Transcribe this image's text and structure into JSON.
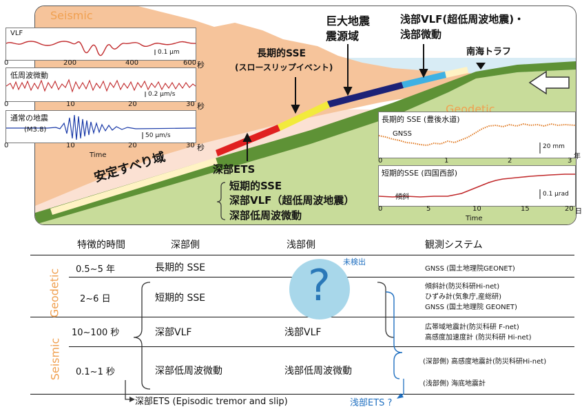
{
  "colors": {
    "seismic_orange": "#f0a050",
    "land_fill": "#f6c49b",
    "ocean": "#d8ecf5",
    "crust_pink": "#fbe1d3",
    "slab_green": "#5e9236",
    "slab_light": "#c8dc9a",
    "stable_yellow": "#fff3c4",
    "ets_red": "#e02020",
    "sse_yellow": "#f2ea3c",
    "megathrust_navy": "#1c2277",
    "vlf_cyan": "#3fb1e3",
    "question_circle": "#a8d7ea",
    "question_mark": "#2a78b8",
    "annotation_blue": "#1f6fc0",
    "trace_blue": "#1a3aa8",
    "trace_red": "#c0282a",
    "trace_orange": "#e07820"
  },
  "top": {
    "seismic_label": "Seismic",
    "geodetic_label": "Geodetic",
    "megathrust_label_1": "巨大地震",
    "megathrust_label_2": "震源域",
    "shallow_label_1": "浅部VLF(超低周波地震)・",
    "shallow_label_2": "浅部微動",
    "trough_label": "南海トラフ",
    "long_sse_label_1": "長期的SSE",
    "long_sse_label_2": "(スロースリップイベント)",
    "stable_slip_label": "安定すべり域",
    "deep_ets_label": "深部ETS",
    "deep_ets_items": [
      "短期的SSE",
      "深部VLF（超低周波地震）",
      "深部低周波微動"
    ],
    "seismic_panels": [
      {
        "name": "VLF",
        "scale": "0.1 μm",
        "ticks": [
          "0",
          "200",
          "400",
          "600"
        ],
        "unit": "秒"
      },
      {
        "name": "低周波微動",
        "scale": "0.2 μm/s",
        "ticks": [
          "0",
          "10",
          "20",
          "30"
        ],
        "unit": "秒"
      },
      {
        "name": "通常の地震",
        "sub": "(M3.8)",
        "scale": "50 μm/s",
        "ticks": [
          "0",
          "10",
          "20",
          "30"
        ],
        "unit": "秒",
        "xlabel": "Time"
      }
    ],
    "geodetic_panels": [
      {
        "name": "長期的 SSE (豊後水道)",
        "sub": "GNSS",
        "scale": "20 mm",
        "ticks": [
          "0",
          "1",
          "2",
          "3"
        ],
        "unit": "年"
      },
      {
        "name": "短期的SSE (四国西部)",
        "sub": "傾斜",
        "scale": "0.1 μrad",
        "ticks": [
          "0",
          "5",
          "10",
          "15",
          "20"
        ],
        "unit": "日",
        "xlabel": "Time"
      }
    ]
  },
  "table": {
    "headers": [
      "特徴的時間",
      "深部側",
      "浅部側",
      "観測システム"
    ],
    "geodetic_label": "Geodetic",
    "seismic_label": "Seismic",
    "undetected": "未検出",
    "question": "?",
    "rows": [
      {
        "time": "0.5~5 年",
        "deep": "長期的 SSE",
        "shallow": "",
        "systems": [
          "GNSS (国土地理院GEONET)"
        ]
      },
      {
        "time": "2~6 日",
        "deep": "短期的 SSE",
        "shallow": "",
        "systems": [
          "傾斜計(防災科研Hi-net)",
          "ひずみ計(気象庁,産総研)",
          "GNSS (国土地理院 GEONET)"
        ]
      },
      {
        "time": "10~100 秒",
        "deep": "深部VLF",
        "shallow": "浅部VLF",
        "systems": [
          "広帯域地震計(防災科研 F-net)",
          "高感度加速度計 (防災科研 Hi-net)"
        ]
      },
      {
        "time": "0.1~1 秒",
        "deep": "深部低周波微動",
        "shallow": "浅部低周波微動",
        "systems": [
          "(深部側)  高感度地震計(防災科研Hi-net)",
          "(浅部側)  海底地震計"
        ]
      }
    ],
    "deep_ets_footer": "深部ETS (Episodic tremor and slip)",
    "shallow_ets_footer": "浅部ETS ?"
  }
}
